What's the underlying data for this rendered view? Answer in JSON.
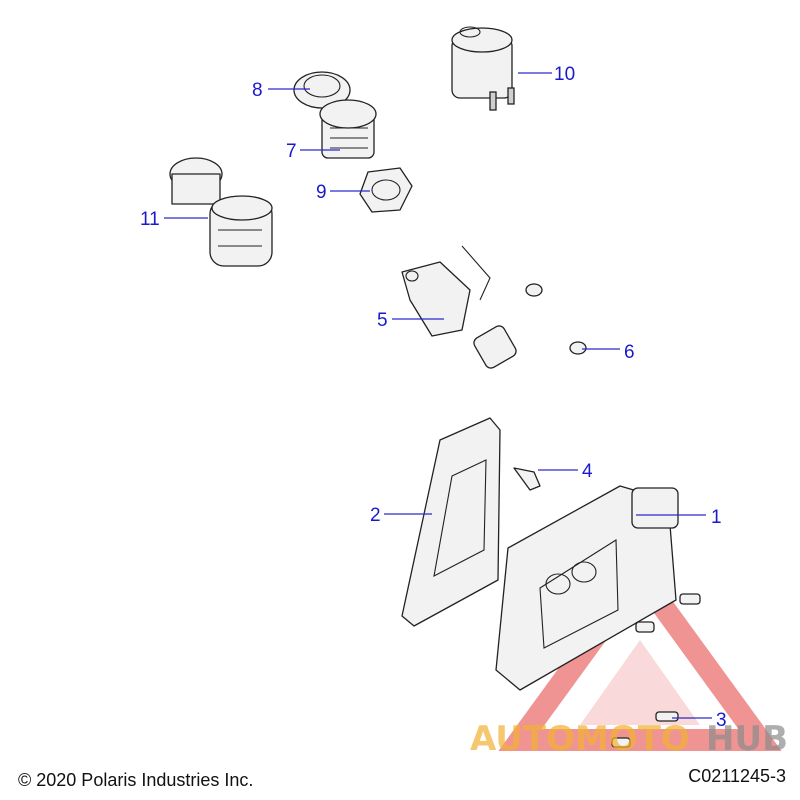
{
  "callouts": [
    {
      "id": "1",
      "label": "1"
    },
    {
      "id": "2",
      "label": "2"
    },
    {
      "id": "3",
      "label": "3"
    },
    {
      "id": "4",
      "label": "4"
    },
    {
      "id": "5",
      "label": "5"
    },
    {
      "id": "6",
      "label": "6"
    },
    {
      "id": "7",
      "label": "7"
    },
    {
      "id": "8",
      "label": "8"
    },
    {
      "id": "9",
      "label": "9"
    },
    {
      "id": "10",
      "label": "10"
    },
    {
      "id": "11",
      "label": "11"
    }
  ],
  "footer": {
    "copyright": "© 2020 Polaris Industries Inc.",
    "figure_code": "C0211245-3"
  },
  "watermark": {
    "text_auto": "AUTOMOTO",
    "text_hub": "HUB",
    "color_red": "#e23b3b",
    "color_orange": "#f2b233",
    "color_gray": "#8c8c8c"
  },
  "colors": {
    "callout": "#1a1acc",
    "line_art": "#222222"
  }
}
